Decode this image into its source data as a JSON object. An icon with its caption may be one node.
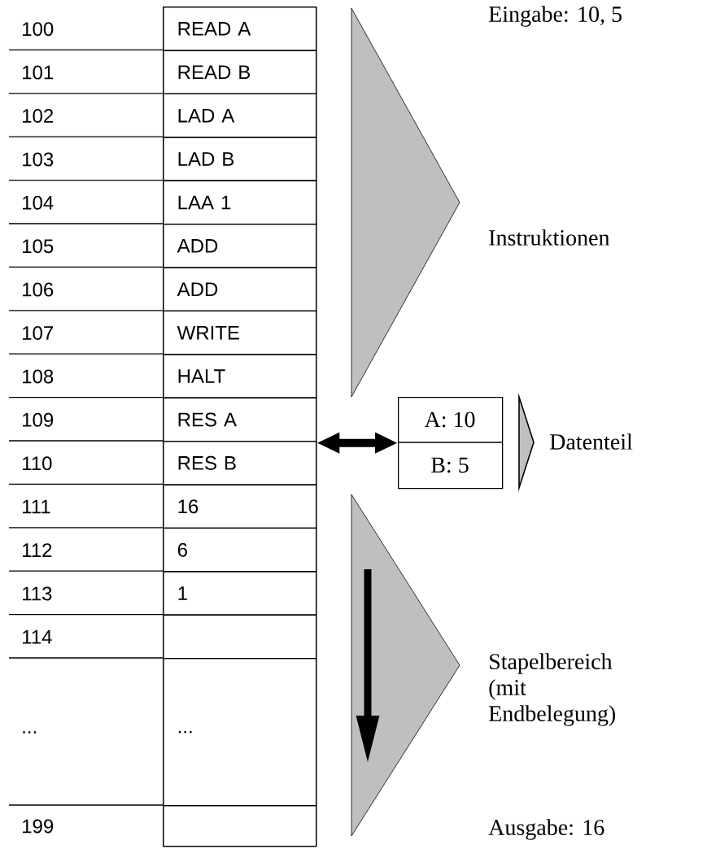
{
  "diagram": {
    "nodes": [
      {
        "text": [],
        "shape": "box"
      },
      {
        "text": [
          "READ A"
        ],
        "in": 0
      },
      {
        "text": [
          "READ B"
        ],
        "in": 0
      },
      {
        "text": [
          "LAD A"
        ],
        "in": 0
      },
      {
        "text": [
          "LAD B"
        ],
        "in": 0
      },
      {
        "text": [
          "LAA 1"
        ],
        "in": 0
      },
      {
        "text": [
          "ADD"
        ],
        "in": 0
      },
      {
        "text": [
          "ADD"
        ],
        "in": 0
      },
      {
        "text": [
          "WRITE"
        ],
        "in": 0
      },
      {
        "text": [
          "HALT"
        ],
        "in": 0
      },
      {
        "text": [
          "RES A"
        ],
        "in": 0
      },
      {
        "text": [
          "RES B"
        ],
        "in": 0
      },
      {
        "text": [
          "16"
        ],
        "in": 0
      },
      {
        "text": [
          "6"
        ],
        "in": 0
      },
      {
        "text": [
          "1"
        ],
        "in": 0
      },
      {
        "text": [],
        "shape": "box",
        "in": 0
      },
      {
        "text": [
          "..."
        ],
        "in": 0
      },
      {
        "text": [],
        "shape": "box",
        "in": 0
      },
      {
        "text": [
          "A: 10",
          "B: 5"
        ]
      },
      {
        "text": [],
        "shape": "triangle",
        "beside": [
          "Instruktionen"
        ]
      },
      {
        "text": [],
        "shape": "triangle",
        "beside": [
          "Datenteil"
        ]
      },
      {
        "text": [],
        "shape": "triangle",
        "beside": [
          "Stapelbereich (mit Endbelegung)"
        ]
      }
    ],
    "edges": [
      {
        "from": 0,
        "to": 18,
        "arrow": "both"
      }
    ],
    "labels": [
      "100",
      "101",
      "102",
      "103",
      "104",
      "105",
      "106",
      "107",
      "108",
      "109",
      "110",
      "111",
      "112",
      "113",
      "114",
      "...",
      "199",
      "Eingabe: 10, 5",
      "Ausgabe: 16"
    ]
  }
}
